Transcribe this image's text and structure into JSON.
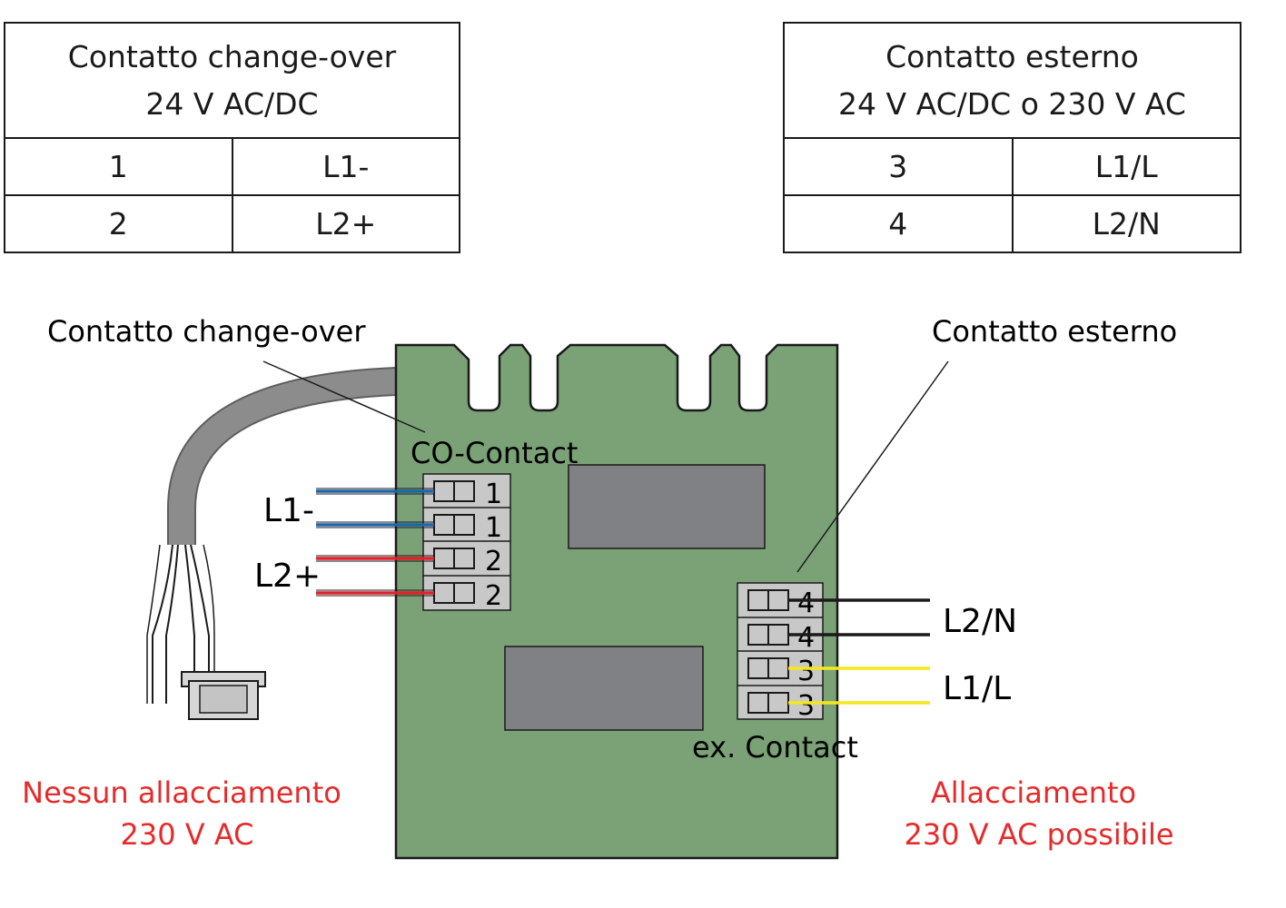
{
  "tables": {
    "change_over": {
      "title": "Contatto change-over",
      "voltage": "24 V AC/DC",
      "rows": [
        {
          "pin": "1",
          "signal": "L1-"
        },
        {
          "pin": "2",
          "signal": "L2+"
        }
      ]
    },
    "external": {
      "title": "Contatto esterno",
      "voltage": "24 V AC/DC o 230 V AC",
      "rows": [
        {
          "pin": "3",
          "signal": "L1/L"
        },
        {
          "pin": "4",
          "signal": "L2/N"
        }
      ]
    }
  },
  "diagram": {
    "callout_change_over": "Contatto change-over",
    "callout_external": "Contatto esterno",
    "board_label_co": "CO-Contact",
    "board_label_ex": "ex. Contact",
    "co_terminals": [
      "1",
      "1",
      "2",
      "2"
    ],
    "ex_terminals": [
      "4",
      "4",
      "3",
      "3"
    ],
    "wire_label_l1_minus": "L1-",
    "wire_label_l2_plus": "L2+",
    "wire_label_l2n": "L2/N",
    "wire_label_l1l": "L1/L",
    "note_left_line1": "Nessun allacciamento",
    "note_left_line2": "230 V AC",
    "note_right_line1": "Allacciamento",
    "note_right_line2": "230 V AC possibile",
    "colors": {
      "board": "#7aa276",
      "relay": "#808184",
      "terminal": "#c8c8c8",
      "cable": "#8c8c8c",
      "wire_blue": "#1c64ac",
      "wire_red": "#e0202a",
      "wire_black": "#1a1a1a",
      "wire_yellow": "#f4e81c",
      "note_red": "#e62a2a"
    }
  }
}
